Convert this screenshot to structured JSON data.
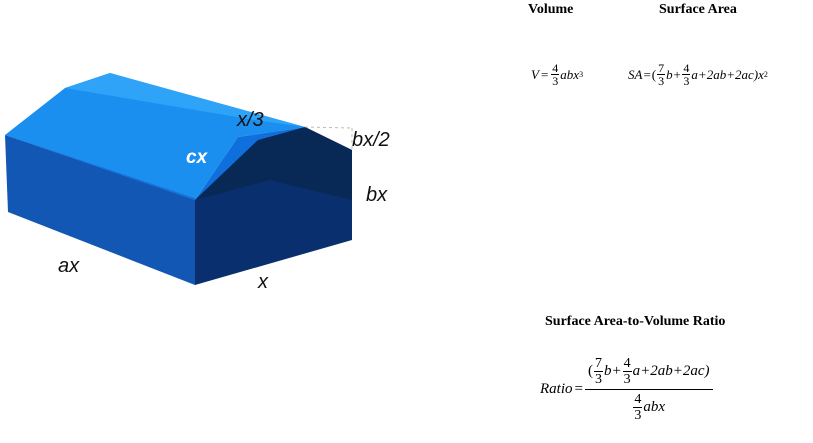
{
  "diagram": {
    "labels": {
      "top_width": "x/3",
      "roof_slope": "cx",
      "half_base": "bx/2",
      "height": "bx",
      "length": "ax",
      "width": "x"
    },
    "colors": {
      "top_face": "#1b8ff0",
      "roof_face": "#0f70dd",
      "side_face": "#1357b5",
      "front_face": "#0a2f6e",
      "front_roof": "#082855"
    }
  },
  "headings": {
    "volume": "Volume",
    "surface_area": "Surface Area",
    "ratio": "Surface Area-to-Volume Ratio"
  },
  "formulas": {
    "volume": {
      "lhs": "V",
      "eq": "=",
      "frac_num": "4",
      "frac_den": "3",
      "rest": "abx",
      "exp": "3"
    },
    "surface_area": {
      "lhs": "SA",
      "eq": "=",
      "open": "(",
      "f1_num": "7",
      "f1_den": "3",
      "t1": "b+",
      "f2_num": "4",
      "f2_den": "3",
      "t2": "a+2ab+2ac)x",
      "exp": "2"
    },
    "ratio": {
      "lhs": "Ratio",
      "eq": "=",
      "num_open": "(",
      "f1_num": "7",
      "f1_den": "3",
      "t1": "b+",
      "f2_num": "4",
      "f2_den": "3",
      "t2": "a+2ab+2ac)",
      "den_num": "4",
      "den_den": "3",
      "den_rest": "abx"
    }
  }
}
